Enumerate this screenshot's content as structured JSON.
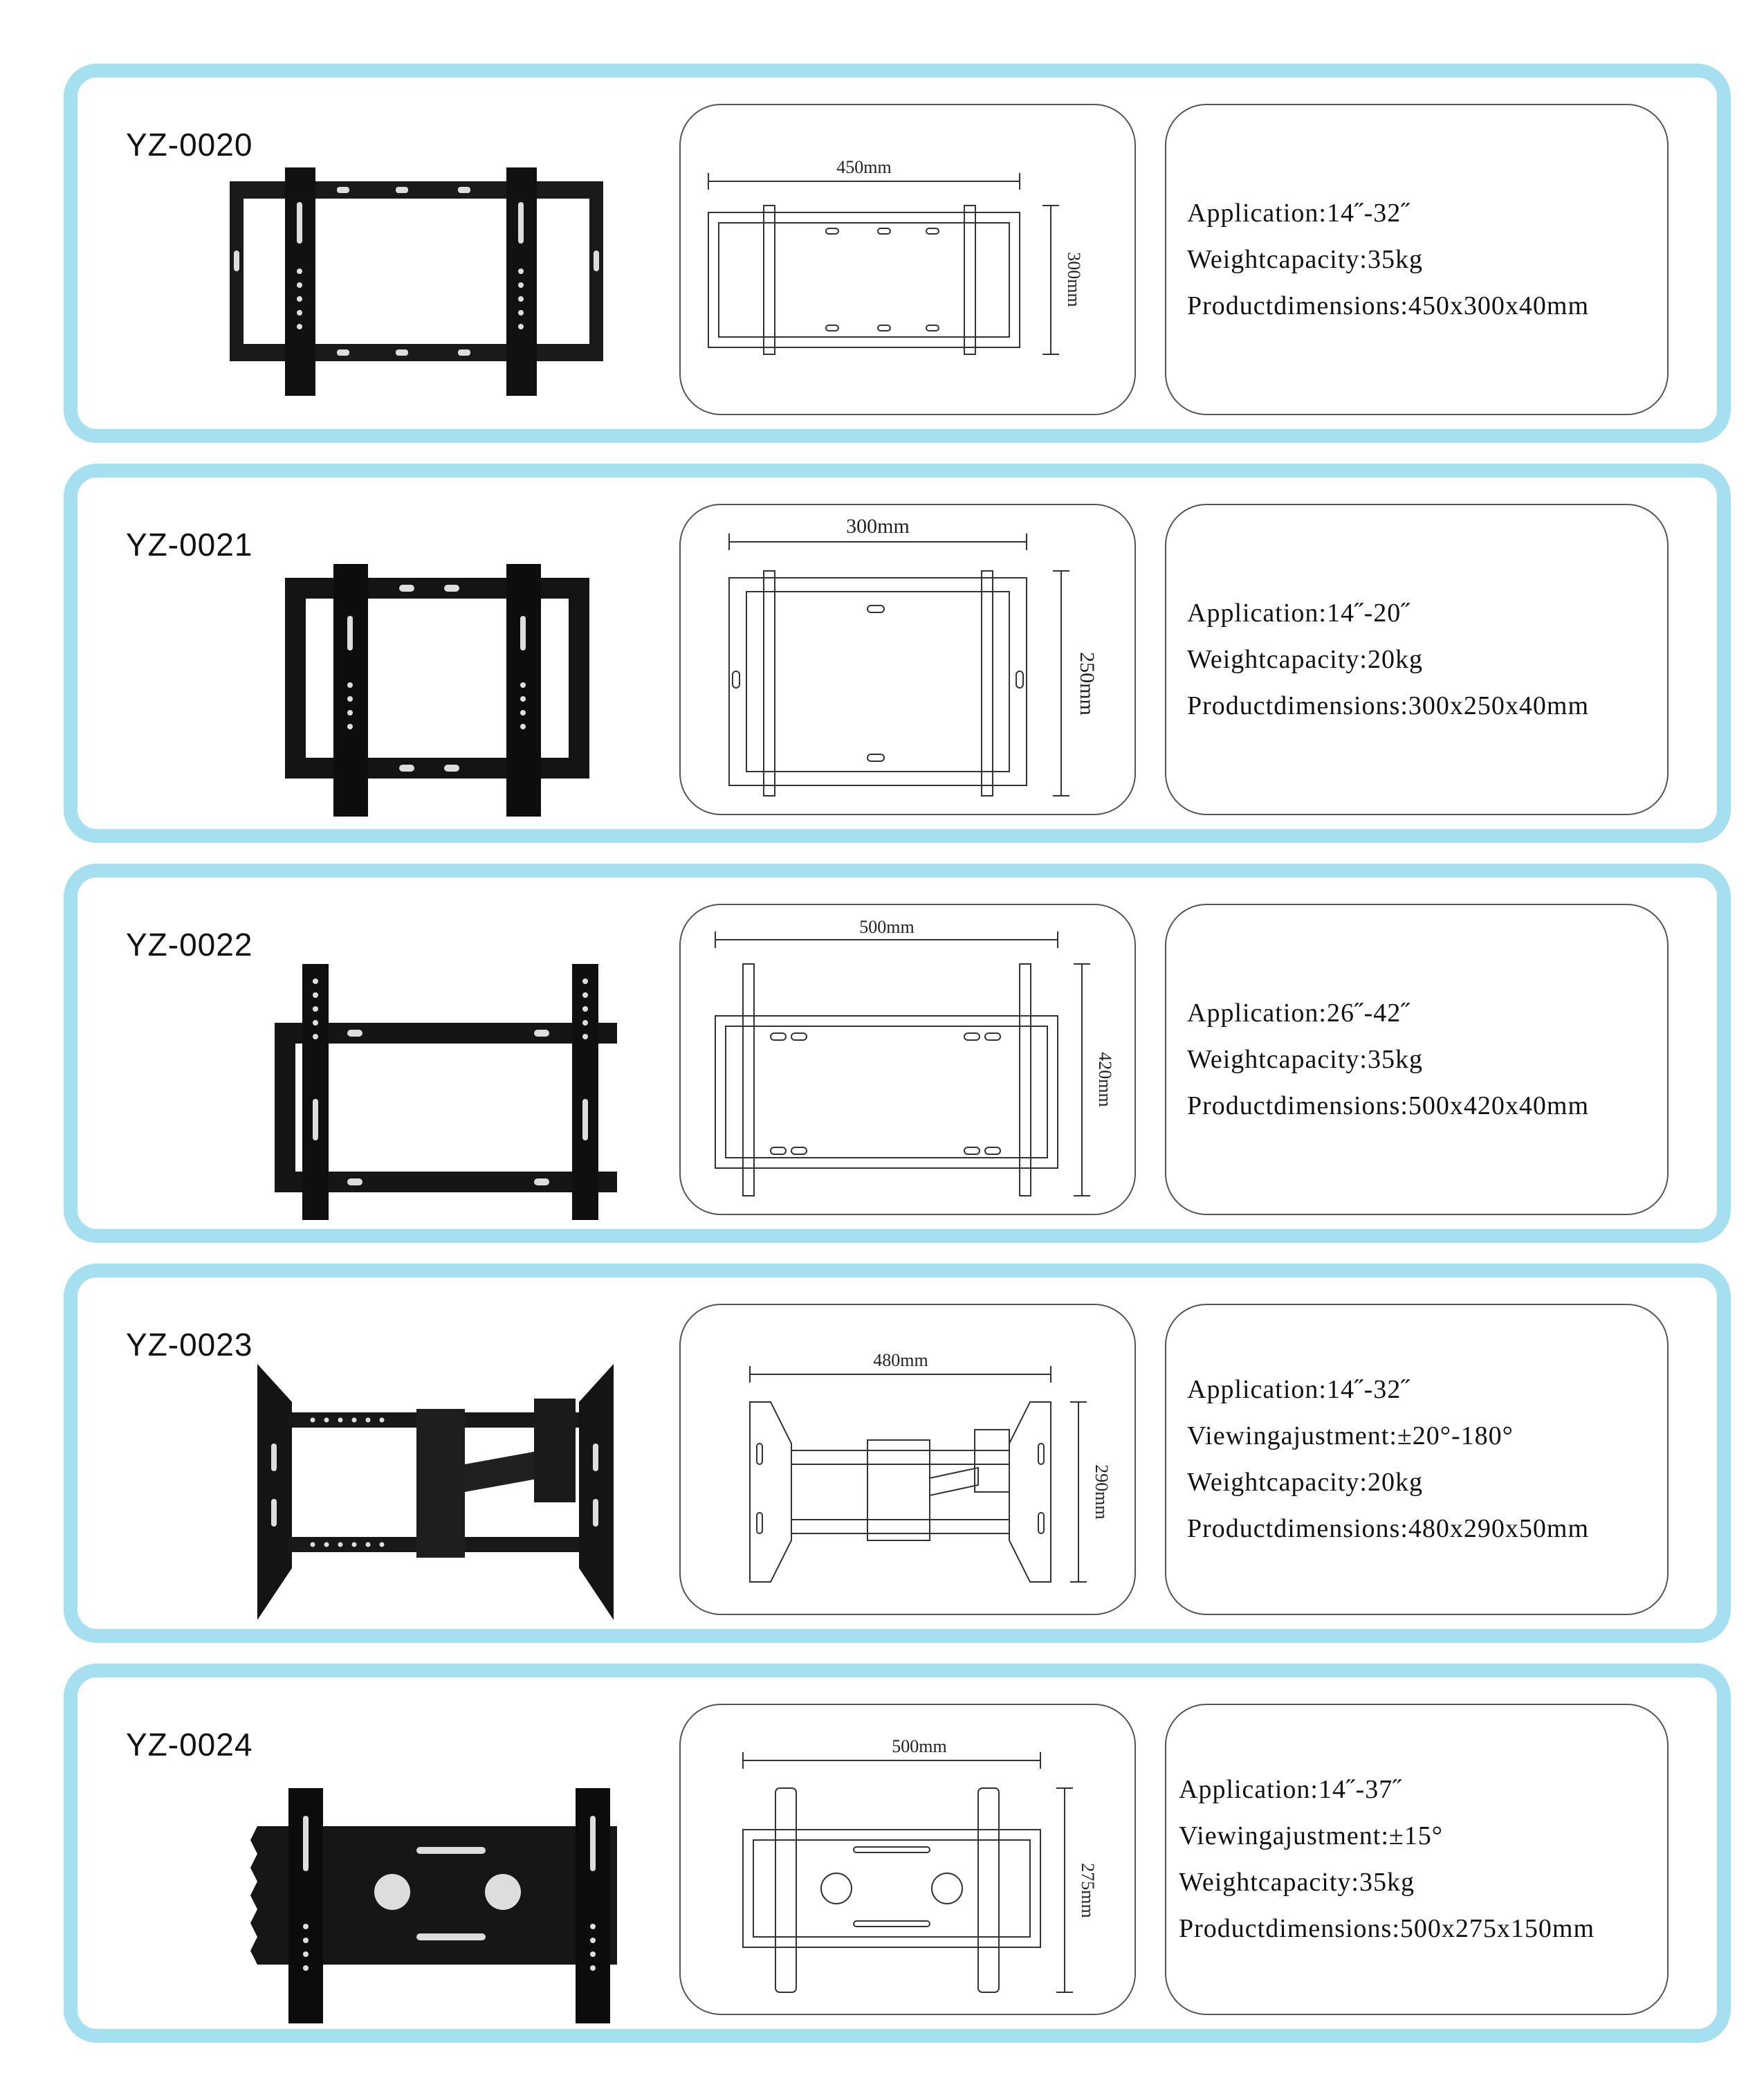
{
  "products": [
    {
      "model": "YZ-0020",
      "width_label": "450mm",
      "height_label": "300mm",
      "specs": [
        "Application:14˝-32˝",
        "Weightcapacity:35kg",
        "Productdimensions:450x300x40mm"
      ]
    },
    {
      "model": "YZ-0021",
      "width_label": "300mm",
      "height_label": "250mm",
      "specs": [
        "Application:14˝-20˝",
        "Weightcapacity:20kg",
        "Productdimensions:300x250x40mm"
      ]
    },
    {
      "model": "YZ-0022",
      "width_label": "500mm",
      "height_label": "420mm",
      "specs": [
        "Application:26˝-42˝",
        "Weightcapacity:35kg",
        "Productdimensions:500x420x40mm"
      ]
    },
    {
      "model": "YZ-0023",
      "width_label": "480mm",
      "height_label": "290mm",
      "specs": [
        "Application:14˝-32˝",
        "Viewingajustment:±20°-180°",
        "Weightcapacity:20kg",
        "Productdimensions:480x290x50mm"
      ]
    },
    {
      "model": "YZ-0024",
      "width_label": "500mm",
      "height_label": "275mm",
      "specs": [
        "Application:14˝-37˝",
        "Viewingajustment:±15°",
        "Weightcapacity:35kg",
        "Productdimensions:500x275x150mm"
      ]
    }
  ]
}
